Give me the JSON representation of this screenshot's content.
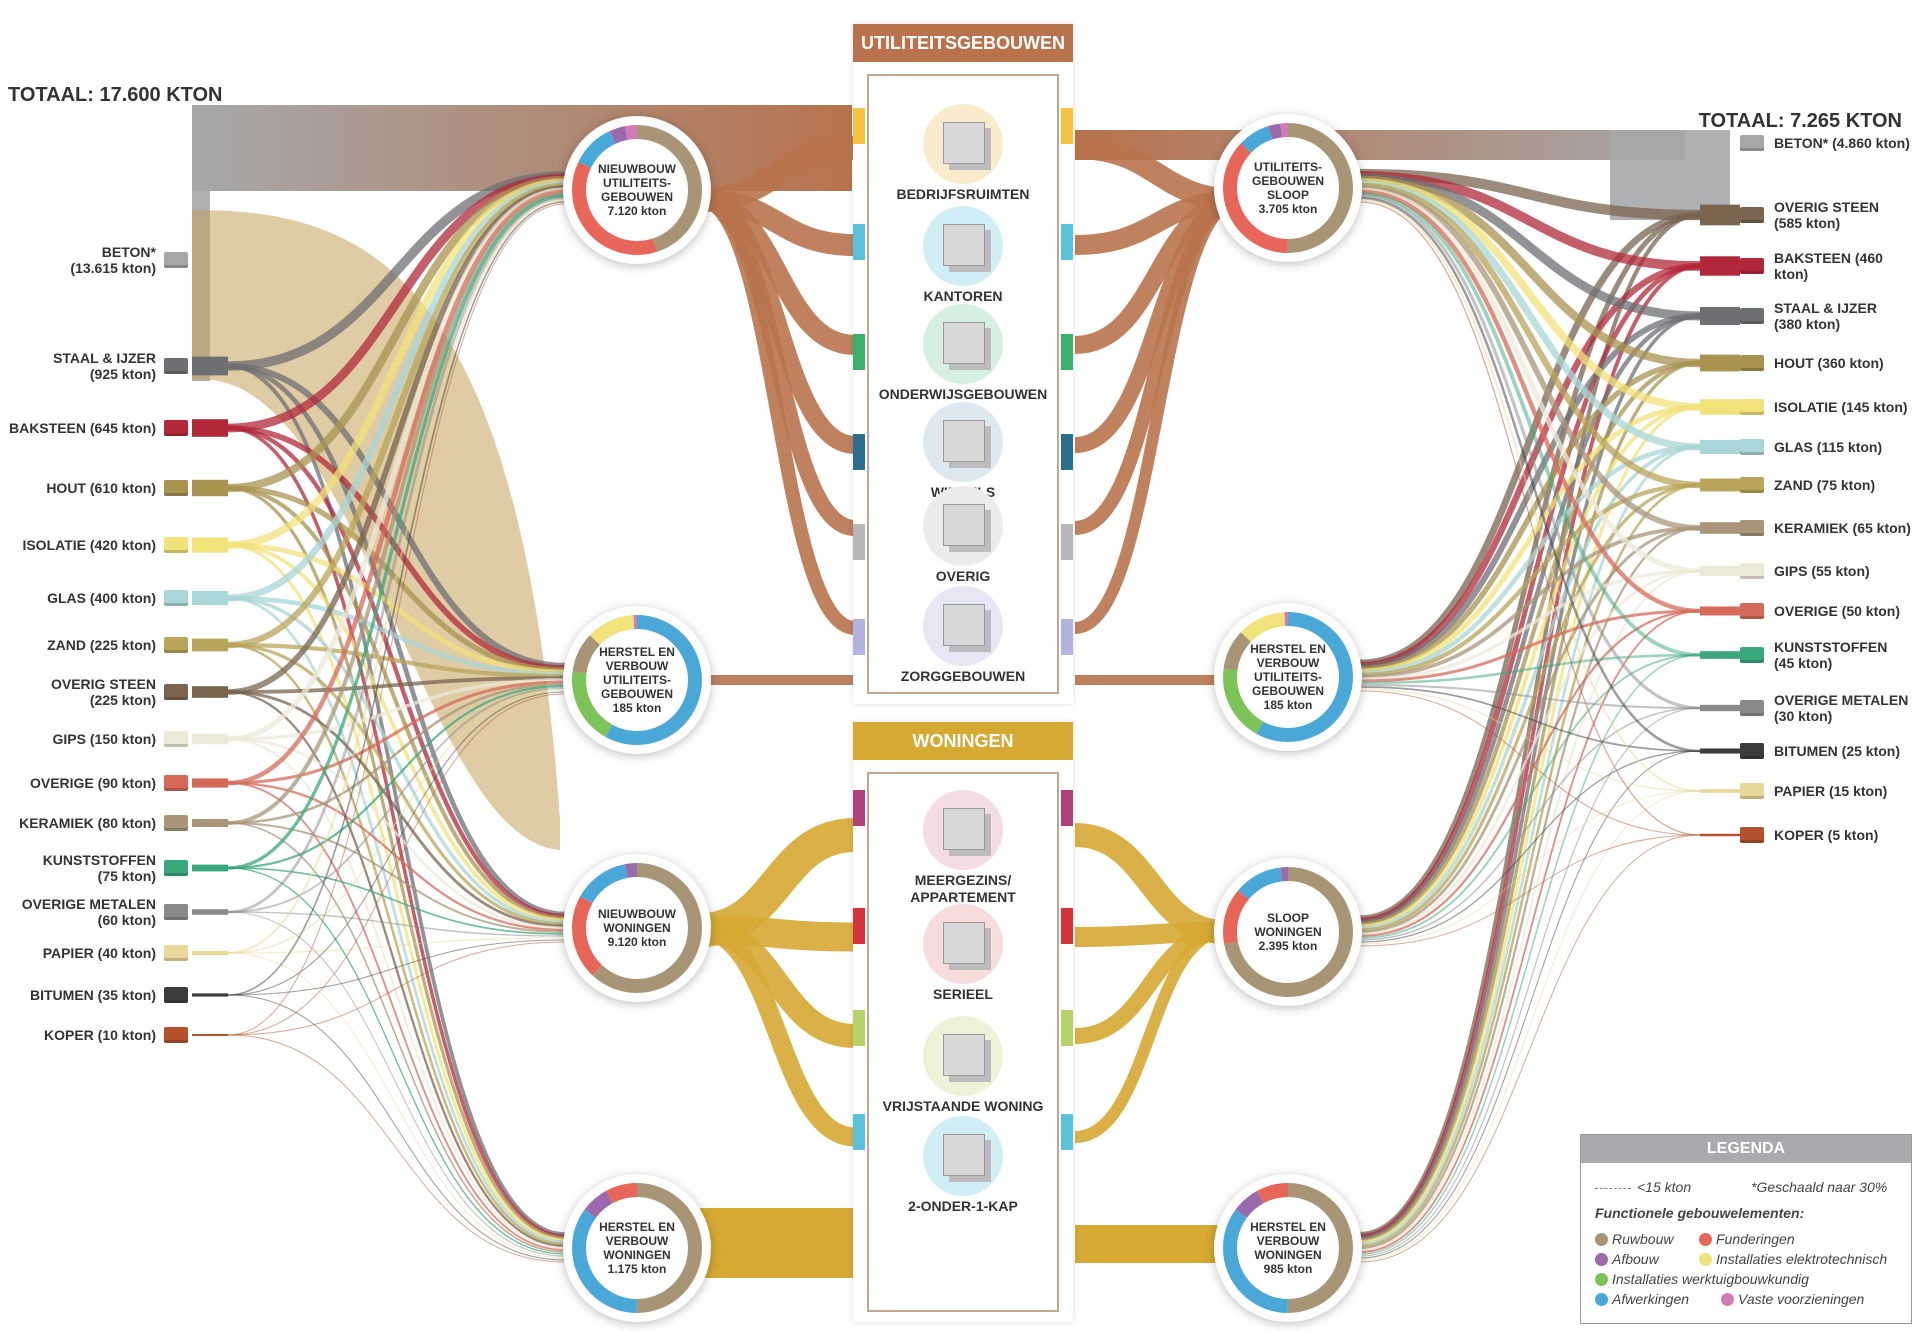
{
  "totals": {
    "left": "TOTAAL: 17.600 KTON",
    "right": "TOTAAL: 7.265 KTON"
  },
  "materials_in": [
    {
      "label": "BETON*\n(13.615 kton)",
      "color": "#a6a7a9"
    },
    {
      "label": "STAAL & IJZER\n(925 kton)",
      "color": "#6e6f73"
    },
    {
      "label": "BAKSTEEN (645 kton)",
      "color": "#b2283a"
    },
    {
      "label": "HOUT (610 kton)",
      "color": "#a89350"
    },
    {
      "label": "ISOLATIE (420 kton)",
      "color": "#f2e27a"
    },
    {
      "label": "GLAS (400 kton)",
      "color": "#a9d6d6"
    },
    {
      "label": "ZAND (225 kton)",
      "color": "#b8a45a"
    },
    {
      "label": "OVERIG STEEN\n(225 kton)",
      "color": "#7a6450"
    },
    {
      "label": "GIPS (150 kton)",
      "color": "#ece9d8"
    },
    {
      "label": "OVERIGE (90 kton)",
      "color": "#d66a5a"
    },
    {
      "label": "KERAMIEK (80 kton)",
      "color": "#a8957a"
    },
    {
      "label": "KUNSTSTOFFEN\n(75 kton)",
      "color": "#3aa87c"
    },
    {
      "label": "OVERIGE METALEN\n(60 kton)",
      "color": "#8a8a8a"
    },
    {
      "label": "PAPIER (40 kton)",
      "color": "#e8d89a"
    },
    {
      "label": "BITUMEN (35 kton)",
      "color": "#3c3c3c"
    },
    {
      "label": "KOPER (10 kton)",
      "color": "#b5522e"
    }
  ],
  "materials_out": [
    {
      "label": "BETON* (4.860 kton)",
      "color": "#a6a7a9"
    },
    {
      "label": "OVERIG STEEN\n(585 kton)",
      "color": "#7a6450"
    },
    {
      "label": "BAKSTEEN (460 kton)",
      "color": "#b2283a"
    },
    {
      "label": "STAAL & IJZER\n(380 kton)",
      "color": "#6e6f73"
    },
    {
      "label": "HOUT (360 kton)",
      "color": "#a89350"
    },
    {
      "label": "ISOLATIE (145 kton)",
      "color": "#f2e27a"
    },
    {
      "label": "GLAS (115 kton)",
      "color": "#a9d6d6"
    },
    {
      "label": "ZAND (75 kton)",
      "color": "#b8a45a"
    },
    {
      "label": "KERAMIEK (65 kton)",
      "color": "#a8957a"
    },
    {
      "label": "GIPS (55 kton)",
      "color": "#ece9d8"
    },
    {
      "label": "OVERIGE (50 kton)",
      "color": "#d66a5a"
    },
    {
      "label": "KUNSTSTOFFEN\n(45 kton)",
      "color": "#3aa87c"
    },
    {
      "label": "OVERIGE METALEN\n(30 kton)",
      "color": "#8a8a8a"
    },
    {
      "label": "BITUMEN (25 kton)",
      "color": "#3c3c3c"
    },
    {
      "label": "PAPIER (15 kton)",
      "color": "#e8d89a"
    },
    {
      "label": "KOPER (5 kton)",
      "color": "#b5522e"
    }
  ],
  "nodes": [
    {
      "label": "NIEUWBOUW\nUTILITEITS-\nGEBOUWEN\n7.120 kton",
      "segments": [
        [
          "#a89575",
          0.45
        ],
        [
          "#e8655a",
          0.37
        ],
        [
          "#4aa8d8",
          0.11
        ],
        [
          "#9b6aad",
          0.04
        ],
        [
          "#d47ab5",
          0.03
        ]
      ]
    },
    {
      "label": "HERSTEL EN\nVERBOUW\nUTILITEITS-\nGEBOUWEN\n185 kton",
      "segments": [
        [
          "#4aa8d8",
          0.58
        ],
        [
          "#7cc35a",
          0.19
        ],
        [
          "#a89575",
          0.1
        ],
        [
          "#f2e27a",
          0.12
        ],
        [
          "#d47ab5",
          0.01
        ]
      ]
    },
    {
      "label": "NIEUWBOUW\nWONINGEN\n9.120 kton",
      "segments": [
        [
          "#a89575",
          0.62
        ],
        [
          "#e8655a",
          0.21
        ],
        [
          "#4aa8d8",
          0.14
        ],
        [
          "#9b6aad",
          0.03
        ]
      ]
    },
    {
      "label": "HERSTEL EN\nVERBOUW\nWONINGEN\n1.175 kton",
      "segments": [
        [
          "#a89575",
          0.5
        ],
        [
          "#4aa8d8",
          0.35
        ],
        [
          "#9b6aad",
          0.07
        ],
        [
          "#e8655a",
          0.08
        ]
      ]
    },
    {
      "label": "UTILITEITS-\nGEBOUWEN\nSLOOP\n3.705 kton",
      "segments": [
        [
          "#a89575",
          0.5
        ],
        [
          "#e8655a",
          0.37
        ],
        [
          "#4aa8d8",
          0.08
        ],
        [
          "#9b6aad",
          0.03
        ],
        [
          "#d47ab5",
          0.02
        ]
      ]
    },
    {
      "label": "HERSTEL EN\nVERBOUW\nUTILITEITS-\nGEBOUWEN\n185 kton",
      "segments": [
        [
          "#4aa8d8",
          0.58
        ],
        [
          "#7cc35a",
          0.19
        ],
        [
          "#a89575",
          0.1
        ],
        [
          "#f2e27a",
          0.12
        ],
        [
          "#d47ab5",
          0.01
        ]
      ]
    },
    {
      "label": "SLOOP\nWONINGEN\n2.395 kton",
      "segments": [
        [
          "#a89575",
          0.72
        ],
        [
          "#e8655a",
          0.14
        ],
        [
          "#4aa8d8",
          0.12
        ],
        [
          "#9b6aad",
          0.02
        ]
      ]
    },
    {
      "label": "HERSTEL EN\nVERBOUW\nWONINGEN\n985 kton",
      "segments": [
        [
          "#a89575",
          0.5
        ],
        [
          "#4aa8d8",
          0.35
        ],
        [
          "#9b6aad",
          0.07
        ],
        [
          "#e8655a",
          0.08
        ]
      ]
    }
  ],
  "panels": {
    "utility": {
      "title": "UTILITEITSGEBOUWEN",
      "color": "#b8734d",
      "categories": [
        {
          "label": "BEDRIJFSRUIMTEN",
          "bar": "#f5c242",
          "bg": "#f8eccc"
        },
        {
          "label": "KANTOREN",
          "bar": "#5bc2dc",
          "bg": "#d2eef5"
        },
        {
          "label": "ONDERWIJSGEBOUWEN",
          "bar": "#38b06e",
          "bg": "#d6efe0"
        },
        {
          "label": "WINKELS",
          "bar": "#2a6f8f",
          "bg": "#dde9ef"
        },
        {
          "label": "OVERIG",
          "bar": "#b8b8b8",
          "bg": "#ececec"
        },
        {
          "label": "ZORGGEBOUWEN",
          "bar": "#b3b3e0",
          "bg": "#e6e6f5"
        }
      ]
    },
    "homes": {
      "title": "WONINGEN",
      "color": "#d6a933",
      "categories": [
        {
          "label": "MEERGEZINS/\nAPPARTEMENT",
          "bar": "#b0407a",
          "bg": "#f3dce6"
        },
        {
          "label": "SERIEEL",
          "bar": "#d8323a",
          "bg": "#f7dcdc"
        },
        {
          "label": "VRIJSTAANDE WONING",
          "bar": "#b5d368",
          "bg": "#ecf3d9"
        },
        {
          "label": "2-ONDER-1-KAP",
          "bar": "#5bc2dc",
          "bg": "#d2eef5"
        }
      ]
    }
  },
  "legend": {
    "title": "LEGENDA",
    "small": "<15 kton",
    "scaled": "*Geschaald naar 30%",
    "heading": "Functionele gebouwelementen:",
    "items": [
      {
        "label": "Ruwbouw",
        "color": "#a89575"
      },
      {
        "label": "Funderingen",
        "color": "#e8655a"
      },
      {
        "label": "Afbouw",
        "color": "#9b6aad"
      },
      {
        "label": "Installaties elektrotechnisch",
        "color": "#f2e27a"
      },
      {
        "label": "Installaties werktuigbouwkundig",
        "color": "#7cc35a"
      },
      {
        "label": "Afwerkingen",
        "color": "#4aa8d8"
      },
      {
        "label": "Vaste voorzieningen",
        "color": "#d47ab5"
      }
    ]
  }
}
